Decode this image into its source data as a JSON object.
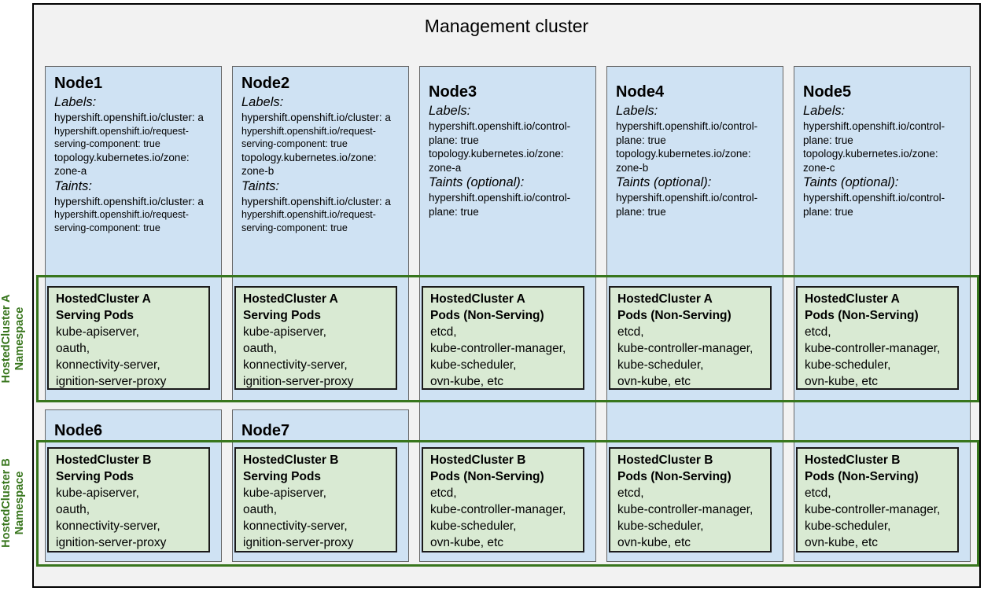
{
  "title": "Management cluster",
  "colors": {
    "namespace_green": "#38761d",
    "node_fill_blue": "#cfe2f3",
    "pod_fill_green": "#d9ead3",
    "outer_fill_gray": "#f2f2f2"
  },
  "namespace_labels": [
    {
      "line1": "HostedCluster A",
      "line2": "Namespace"
    },
    {
      "line1": "HostedCluster B",
      "line2": "Namespace"
    }
  ],
  "nodes": [
    {
      "name": "Node1",
      "sections": [
        {
          "heading": "Labels:",
          "lines": [
            {
              "text": "hypershift.openshift.io/cluster: a"
            },
            {
              "text": "hypershift.openshift.io/request-serving-component: true",
              "small": true
            },
            {
              "text": "topology.kubernetes.io/zone: zone-a"
            }
          ]
        },
        {
          "heading": "Taints:",
          "lines": [
            {
              "text": "hypershift.openshift.io/cluster: a"
            },
            {
              "text": "hypershift.openshift.io/request-serving-component: true",
              "small": true
            }
          ]
        }
      ]
    },
    {
      "name": "Node2",
      "sections": [
        {
          "heading": "Labels:",
          "lines": [
            {
              "text": "hypershift.openshift.io/cluster: a"
            },
            {
              "text": "hypershift.openshift.io/request-serving-component: true",
              "small": true
            },
            {
              "text": "topology.kubernetes.io/zone: zone-b"
            }
          ]
        },
        {
          "heading": "Taints:",
          "lines": [
            {
              "text": "hypershift.openshift.io/cluster: a"
            },
            {
              "text": "hypershift.openshift.io/request-serving-component: true",
              "small": true
            }
          ]
        }
      ]
    },
    {
      "name": "Node3",
      "sections": [
        {
          "heading": "Labels:",
          "lines": [
            {
              "text": "hypershift.openshift.io/control-plane: true"
            },
            {
              "text": "topology.kubernetes.io/zone: zone-a"
            }
          ]
        },
        {
          "heading": "Taints (optional):",
          "lines": [
            {
              "text": "hypershift.openshift.io/control-plane: true"
            }
          ]
        }
      ]
    },
    {
      "name": "Node4",
      "sections": [
        {
          "heading": "Labels:",
          "lines": [
            {
              "text": "hypershift.openshift.io/control-plane: true"
            },
            {
              "text": "topology.kubernetes.io/zone: zone-b"
            }
          ]
        },
        {
          "heading": "Taints (optional):",
          "lines": [
            {
              "text": "hypershift.openshift.io/control-plane: true"
            }
          ]
        }
      ]
    },
    {
      "name": "Node5",
      "sections": [
        {
          "heading": "Labels:",
          "lines": [
            {
              "text": "hypershift.openshift.io/control-plane: true"
            },
            {
              "text": "topology.kubernetes.io/zone: zone-c"
            }
          ]
        },
        {
          "heading": "Taints (optional):",
          "lines": [
            {
              "text": "hypershift.openshift.io/control-plane: true"
            }
          ]
        }
      ]
    },
    {
      "name": "Node6",
      "sections": []
    },
    {
      "name": "Node7",
      "sections": []
    }
  ],
  "pods": [
    {
      "title": "HostedCluster A\nServing Pods",
      "body": "kube-apiserver,\noauth,\nkonnectivity-server,\nignition-server-proxy"
    },
    {
      "title": "HostedCluster A\nServing Pods",
      "body": "kube-apiserver,\noauth,\nkonnectivity-server,\nignition-server-proxy"
    },
    {
      "title": "HostedCluster A\nPods (Non-Serving)",
      "body": "etcd,\nkube-controller-manager, kube-scheduler,\novn-kube, etc"
    },
    {
      "title": "HostedCluster A\nPods (Non-Serving)",
      "body": "etcd,\nkube-controller-manager, kube-scheduler,\novn-kube, etc"
    },
    {
      "title": "HostedCluster A\nPods (Non-Serving)",
      "body": "etcd,\nkube-controller-manager, kube-scheduler,\novn-kube, etc"
    },
    {
      "title": "HostedCluster B\nServing Pods",
      "body": "kube-apiserver,\noauth,\nkonnectivity-server,\nignition-server-proxy"
    },
    {
      "title": "HostedCluster B\nServing Pods",
      "body": "kube-apiserver,\noauth,\nkonnectivity-server,\nignition-server-proxy"
    },
    {
      "title": "HostedCluster B\nPods (Non-Serving)",
      "body": "etcd,\nkube-controller-manager, kube-scheduler,\novn-kube, etc"
    },
    {
      "title": "HostedCluster B\nPods (Non-Serving)",
      "body": "etcd,\nkube-controller-manager, kube-scheduler,\novn-kube, etc"
    },
    {
      "title": "HostedCluster B\nPods (Non-Serving)",
      "body": "etcd,\nkube-controller-manager, kube-scheduler,\novn-kube, etc"
    }
  ]
}
